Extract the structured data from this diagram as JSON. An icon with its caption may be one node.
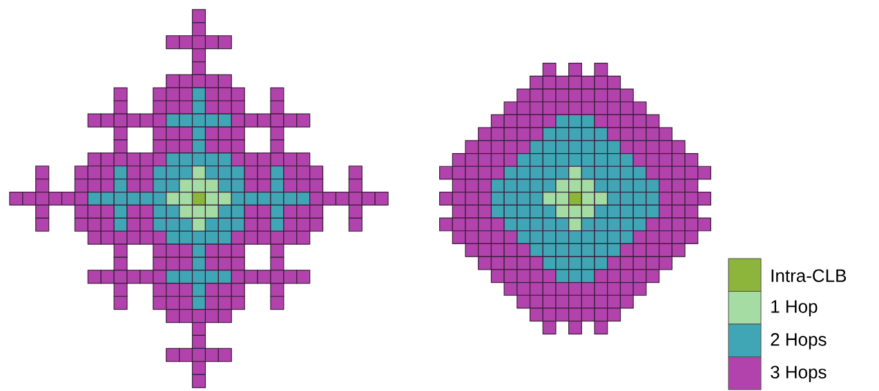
{
  "diagram": {
    "legend": [
      {
        "text": "Intra-CLB",
        "color": "#8db53c"
      },
      {
        "text": "1 Hop",
        "color": "#a4dca4"
      },
      {
        "text": "2 Hops",
        "color": "#40a6b6"
      },
      {
        "text": "3 Hops",
        "color": "#b243ad"
      }
    ]
  }
}
